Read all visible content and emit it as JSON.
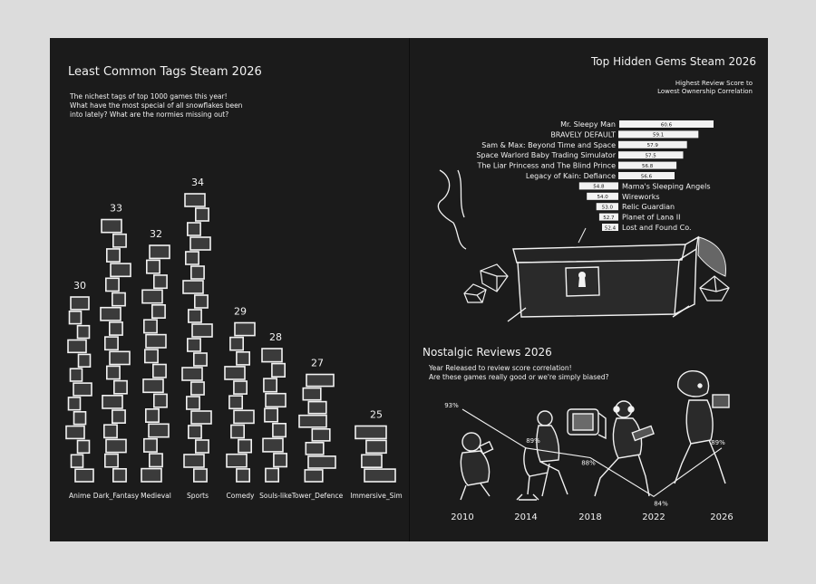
{
  "tags_chart": {
    "title": "Least Common Tags Steam 2026",
    "description": [
      "The nichest tags of top 1000 games this year!",
      "What have the most special of all snowflakes been",
      "into lately? What are the normies missing out?"
    ]
  },
  "gems_chart": {
    "title": "Top Hidden Gems Steam 2026",
    "subtitle": [
      "Highest Review Score to",
      "Lowest Ownership Correlation"
    ]
  },
  "nostalgia_chart": {
    "title": "Nostalgic Reviews 2026",
    "description": [
      "Year Released to review score correlation!",
      "Are these games really good or we're simply biased?"
    ]
  },
  "colors": {
    "background": "#1b1b1b",
    "ink": "#f2f2f2",
    "page": "#dcdcdc"
  },
  "icons": [
    "treasure-chest-icon",
    "keyhole-icon",
    "gem-icon",
    "gamer-figure-icon",
    "crt-monitor-icon"
  ],
  "chart_data": [
    {
      "type": "bar",
      "title": "Least Common Tags Steam 2026",
      "categories": [
        "Anime",
        "Dark_Fantasy",
        "Medieval",
        "Sports",
        "Comedy",
        "Souls-like",
        "Tower_Defence",
        "Immersive_Sim"
      ],
      "values": [
        30,
        33,
        32,
        34,
        29,
        28,
        27,
        25
      ],
      "value_labels": [
        "30",
        "33",
        "32",
        "34",
        "29",
        "28",
        "27",
        "25"
      ],
      "xlabel": "",
      "ylabel": "",
      "ylim": [
        0,
        34
      ],
      "grid": false
    },
    {
      "type": "bar",
      "orientation": "horizontal",
      "title": "Top Hidden Gems Steam 2026",
      "categories": [
        "Mr. Sleepy Man",
        "BRAVELY DEFAULT",
        "Sam & Max: Beyond Time and Space",
        "Space Warlord Baby Trading Simulator",
        "The Liar Princess and The Blind Prince",
        "Legacy of Kain: Defiance",
        "Mama's Sleeping Angels",
        "Wireworks",
        "Relic Guardian",
        "Planet of Lana II",
        "Lost and Found Co."
      ],
      "values": [
        60.6,
        59.1,
        57.9,
        57.5,
        56.8,
        56.6,
        54.8,
        54.0,
        53.0,
        52.7,
        52.4
      ],
      "value_labels": [
        "60.6",
        "59.1",
        "57.9",
        "57.5",
        "56.8",
        "56.6",
        "54.8",
        "54.0",
        "53.0",
        "52.7",
        "52.4"
      ],
      "grid": false
    },
    {
      "type": "line",
      "title": "Nostalgic Reviews 2026",
      "x": [
        2010,
        2014,
        2018,
        2022,
        2026
      ],
      "x_labels": [
        "2010",
        "2014",
        "2018",
        "2022",
        "2026"
      ],
      "values": [
        93,
        89,
        88,
        84,
        89
      ],
      "value_labels": [
        "93%",
        "89%",
        "88%",
        "84%",
        "89%"
      ],
      "ylim": [
        80,
        95
      ],
      "grid": false
    }
  ]
}
